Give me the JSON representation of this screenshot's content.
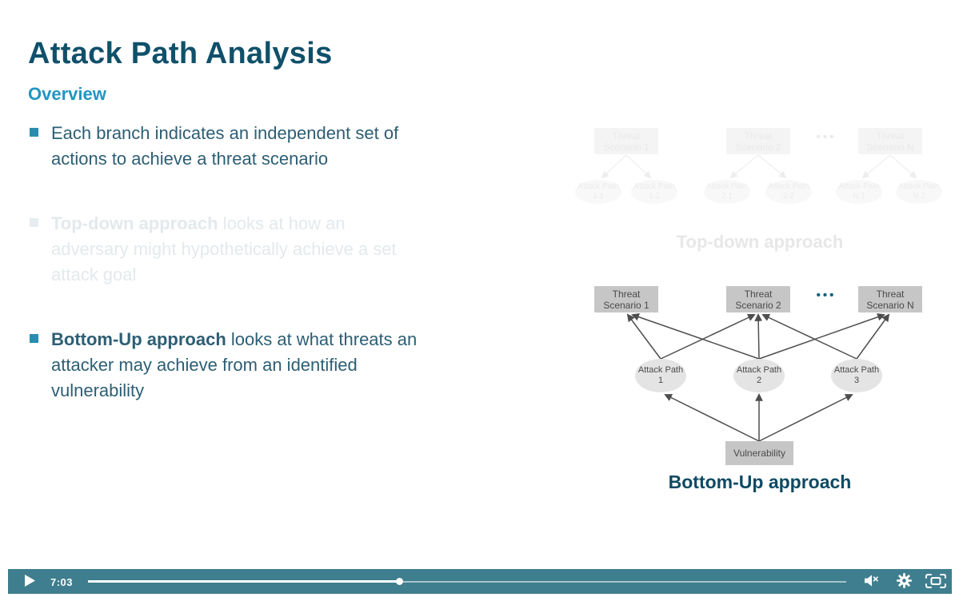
{
  "slide": {
    "title": "Attack Path Analysis",
    "subtitle": "Overview",
    "bullets": [
      {
        "lead": "",
        "text": "Each branch indicates an independent set of actions to achieve a threat scenario"
      },
      {
        "lead": "Top-down approach",
        "text": " looks at how an adversary might hypothetically achieve a set attack goal"
      },
      {
        "lead": "Bottom-Up approach",
        "text": " looks at what threats an attacker may achieve from an identified vulnerability"
      }
    ]
  },
  "diagrams": {
    "top_down": {
      "caption": "Top-down approach",
      "dots": "•••",
      "scenarios": [
        "Threat Scenario 1",
        "Threat Scenario 2",
        "Threat Scenario N"
      ],
      "paths": [
        "Attack Path 1.1",
        "Attack Path 1.2",
        "Attack Path 2.1",
        "Attack Path 2.2",
        "Attack Path N.1",
        "Attack Path N.2"
      ]
    },
    "bottom_up": {
      "caption": "Bottom-Up approach",
      "dots": "•••",
      "scenarios": [
        "Threat Scenario 1",
        "Threat Scenario 2",
        "Threat Scenario N"
      ],
      "paths": [
        "Attack Path 1",
        "Attack Path 2",
        "Attack Path 3"
      ],
      "vulnerability": "Vulnerability"
    }
  },
  "player": {
    "time": "7:03",
    "progress_percent": 41,
    "icons": [
      "play-icon",
      "mute-icon",
      "settings-icon",
      "fullscreen-icon"
    ]
  },
  "colors": {
    "title": "#10506A",
    "accent": "#2196C2",
    "body_text": "#2D5E74",
    "bullet_marker": "#2B8CB0",
    "faded_text": "#E3E9EC",
    "player_bar": "#3F7E8E",
    "node_box": "#C6C6C6",
    "node_ellipse": "#E4E4E4",
    "node_text": "#4A4A4A",
    "arrow": "#4E4E4E",
    "dots": "#16607A"
  }
}
